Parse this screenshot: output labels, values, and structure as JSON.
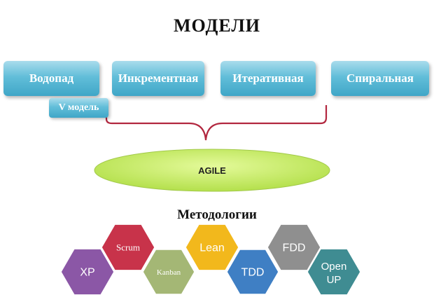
{
  "titles": {
    "main": "МОДЕЛИ",
    "methodologies": "Методологии"
  },
  "models": [
    {
      "label": "Водопад"
    },
    {
      "label": "Инкрементная"
    },
    {
      "label": "Итеративная"
    },
    {
      "label": "Спиральная"
    }
  ],
  "submodel": {
    "label": "V модель"
  },
  "agile": {
    "label": "AGILE"
  },
  "methodologies": [
    {
      "label": "XP",
      "color": "#8b57a6"
    },
    {
      "label": "Scrum",
      "color": "#c8334a"
    },
    {
      "label": "Kanban",
      "color": "#a4b775"
    },
    {
      "label": "Lean",
      "color": "#f2b81c"
    },
    {
      "label": "TDD",
      "color": "#3f7fc4"
    },
    {
      "label": "FDD",
      "color": "#8f8f8f"
    },
    {
      "label": "Open",
      "label2": "UP",
      "color": "#3f8c92"
    }
  ],
  "colors": {
    "model_box": "#4fb3d3",
    "bracket": "#b2273f",
    "agile_fill": "#c6ec6a"
  }
}
